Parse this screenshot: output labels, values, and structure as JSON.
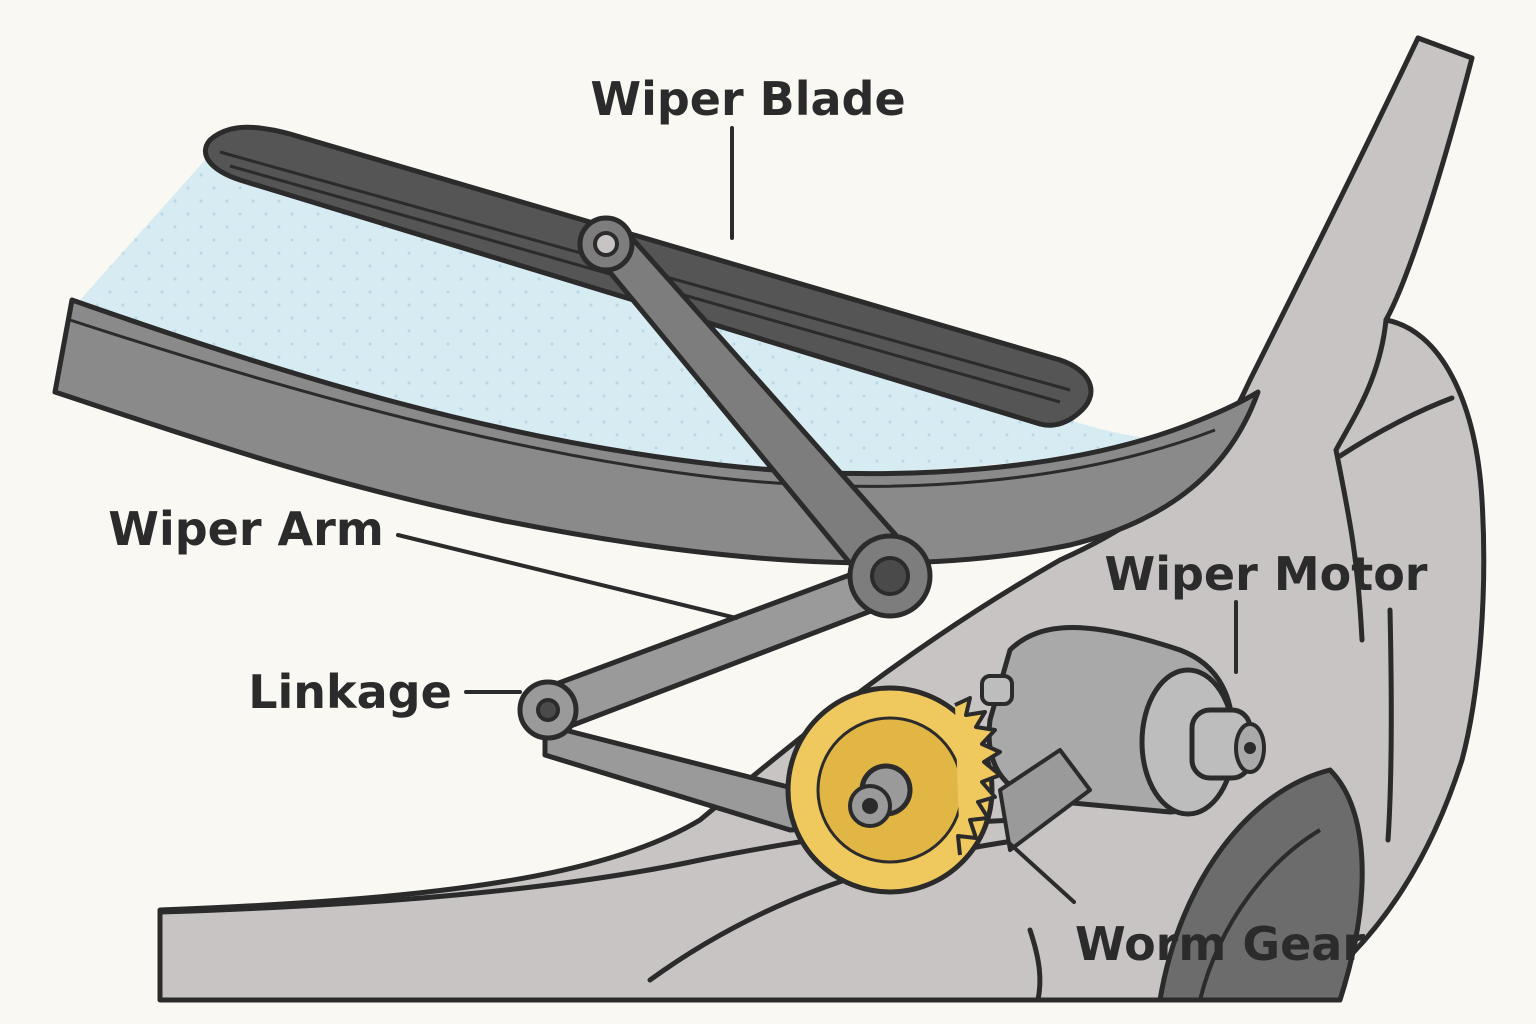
{
  "labels": {
    "wiper_blade": "Wiper Blade",
    "wiper_arm": "Wiper Arm",
    "linkage": "Linkage",
    "wiper_motor": "Wiper Motor",
    "worm_gear": "Worm Gear"
  },
  "colors": {
    "background": "#faf8f3",
    "glass": "#d7ebf3",
    "body": "#c7c4c3",
    "cowl": "#8a8a8a",
    "blade": "#555555",
    "arm": "#7d7d7d",
    "gear": "#efc85e",
    "outline": "#2b2b2b"
  }
}
